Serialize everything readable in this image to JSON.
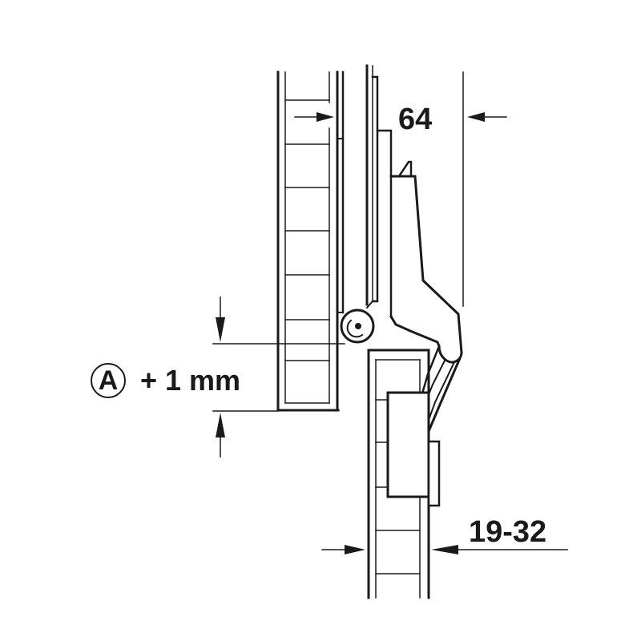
{
  "diagram": {
    "type": "concealed-hinge-technical-drawing",
    "stroke_color": "#1a1a1a",
    "background": "#ffffff",
    "dimensions": {
      "top_width": "64",
      "gap_label_letter": "A",
      "gap_label_suffix": "+ 1 mm",
      "panel_thickness": "19-32"
    },
    "parts": [
      "upper-cabinet-panel",
      "lower-door-panel",
      "mounting-plate",
      "hinge-arm",
      "hinge-pivot",
      "hinge-cup"
    ]
  }
}
